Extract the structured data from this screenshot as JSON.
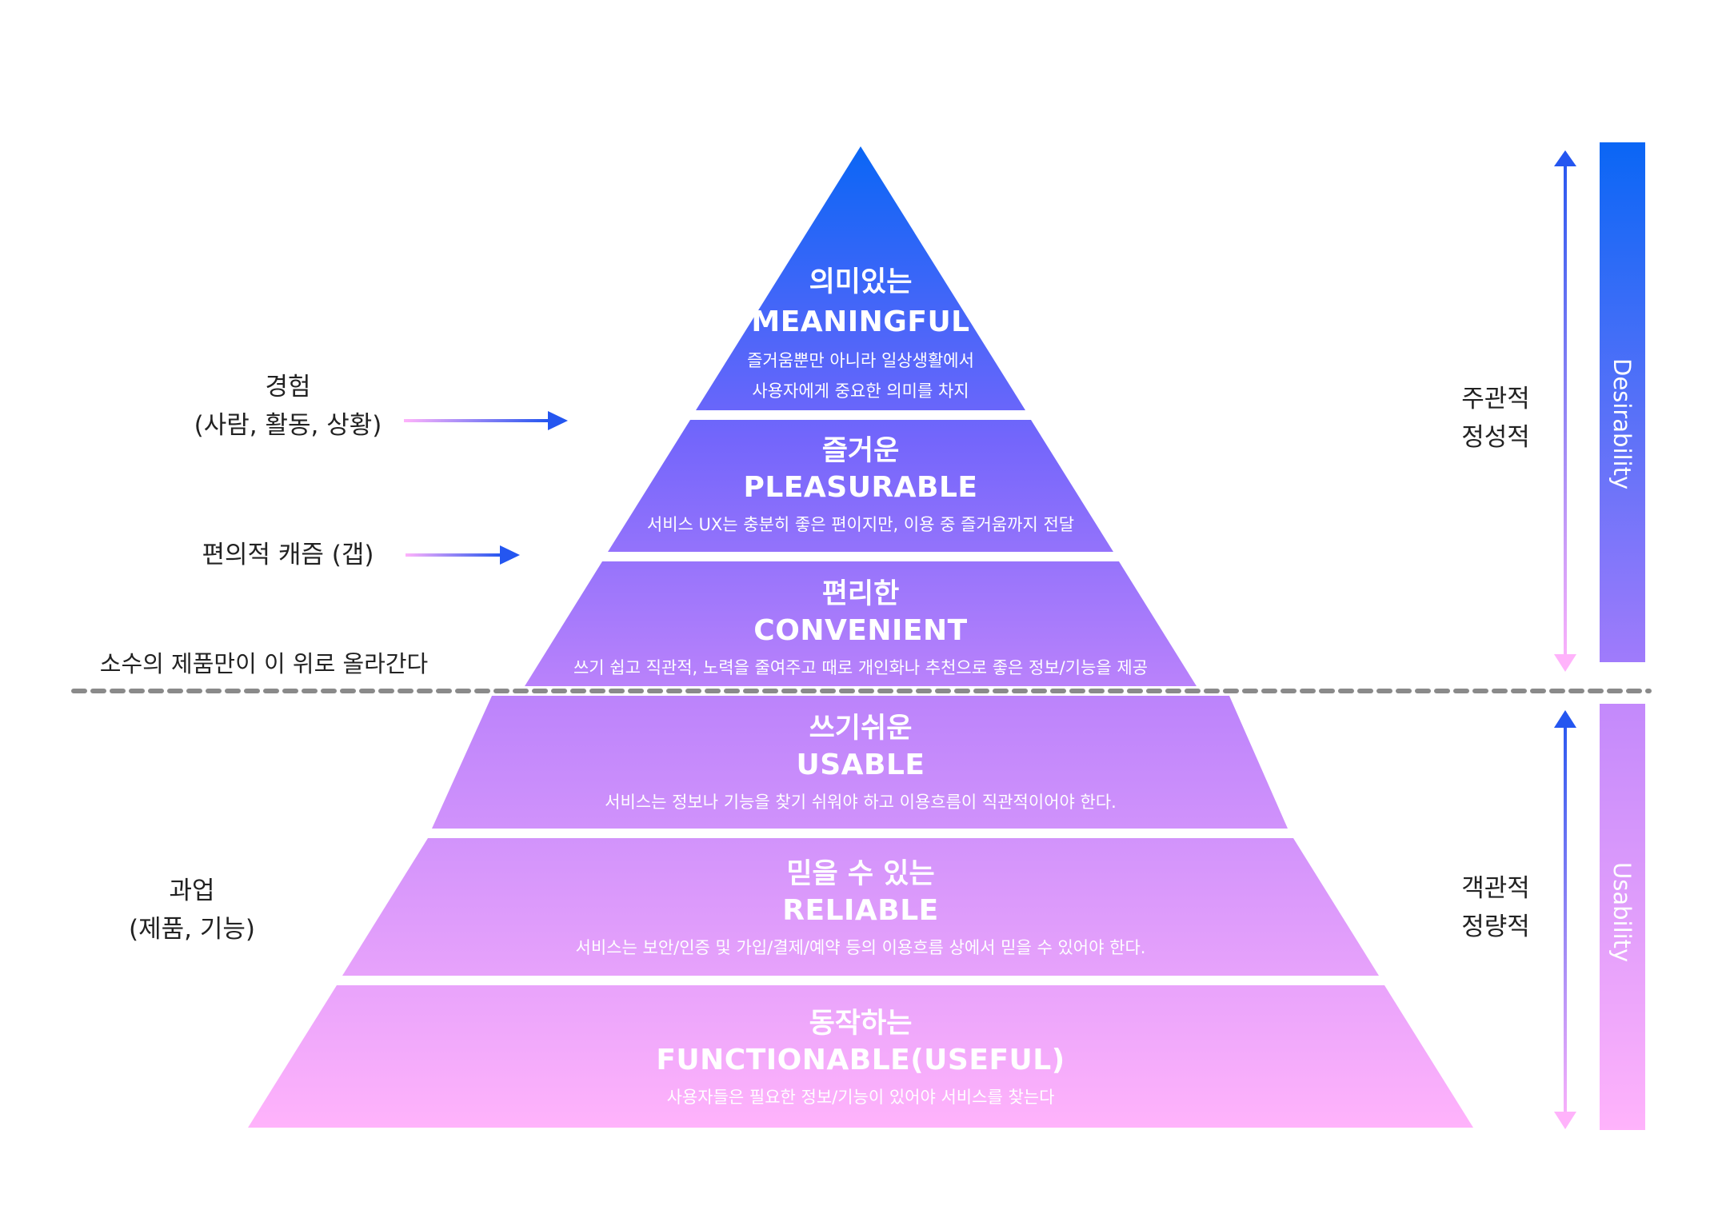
{
  "colors": {
    "top": "#0a66f5",
    "upper_mid": "#7466fb",
    "mid": "#ba82fb",
    "bottom": "#ffb3fb",
    "arrow_blue": "#2456f0",
    "dotted_line": "#8a8a8a",
    "text_dark": "#222222"
  },
  "tiers": [
    {
      "title_ko": "의미있는",
      "title_en": "MEANINGFUL",
      "desc_lines": [
        "즐거움뿐만 아니라 일상생활에서",
        "사용자에게 중요한 의미를 차지"
      ]
    },
    {
      "title_ko": "즐거운",
      "title_en": "PLEASURABLE",
      "desc_lines": [
        "서비스 UX는 충분히 좋은 편이지만, 이용 중 즐거움까지 전달"
      ]
    },
    {
      "title_ko": "편리한",
      "title_en": "CONVENIENT",
      "desc_lines": [
        "쓰기 쉽고 직관적, 노력을 줄여주고 때로 개인화나 추천으로 좋은 정보/기능을 제공"
      ]
    },
    {
      "title_ko": "쓰기쉬운",
      "title_en": "USABLE",
      "desc_lines": [
        "서비스는 정보나 기능을 찾기 쉬워야 하고 이용흐름이 직관적이어야 한다."
      ]
    },
    {
      "title_ko": "믿을 수 있는",
      "title_en": "RELIABLE",
      "desc_lines": [
        "서비스는 보안/인증 및 가입/결제/예약 등의 이용흐름 상에서 믿을 수 있어야 한다."
      ]
    },
    {
      "title_ko": "동작하는",
      "title_en": "FUNCTIONABLE(USEFUL)",
      "desc_lines": [
        "사용자들은 필요한 정보/기능이 있어야 서비스를 찾는다"
      ]
    }
  ],
  "left_labels": {
    "experience": [
      "경험",
      "(사람, 활동, 상황)"
    ],
    "gap": "편의적 캐즘 (갭)",
    "few_products": "소수의 제품만이 이 위로 올라간다",
    "task": [
      "과업",
      "(제품, 기능)"
    ]
  },
  "right_labels": {
    "subjective": [
      "주관적",
      "정성적"
    ],
    "objective": [
      "객관적",
      "정량적"
    ]
  },
  "vertical_bars": {
    "top": "Desirability",
    "bottom": "Usability"
  }
}
